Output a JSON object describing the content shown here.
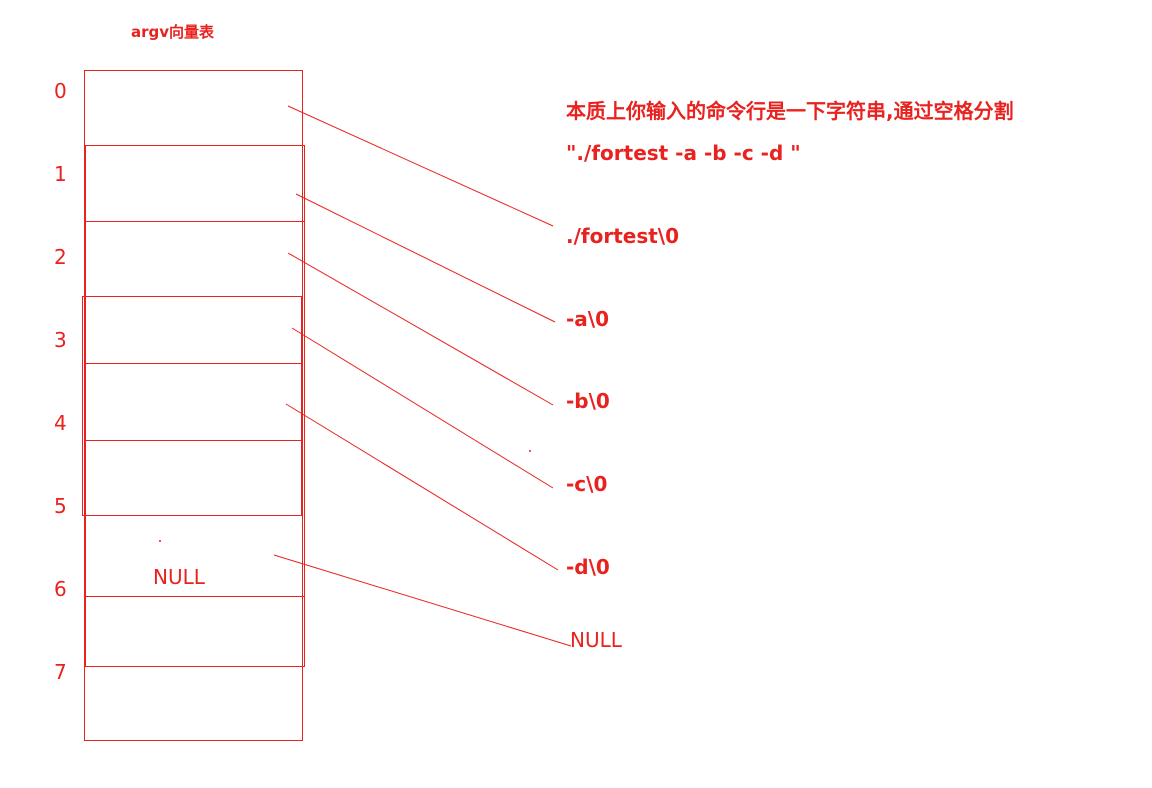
{
  "title": "argv向量表",
  "colors": {
    "accent": "#e8221e",
    "background": "#ffffff"
  },
  "vector": {
    "indices": [
      "0",
      "1",
      "2",
      "3",
      "4",
      "5",
      "6",
      "7"
    ],
    "cell_text": "NULL"
  },
  "note": {
    "line1": "本质上你输入的命令行是一下字符串,通过空格分割",
    "line2": "\"./fortest -a -b -c -d \""
  },
  "strings": [
    "./fortest\\0",
    "-a\\0",
    "-b\\0",
    "-c\\0",
    "-d\\0"
  ],
  "null_target": "NULL"
}
